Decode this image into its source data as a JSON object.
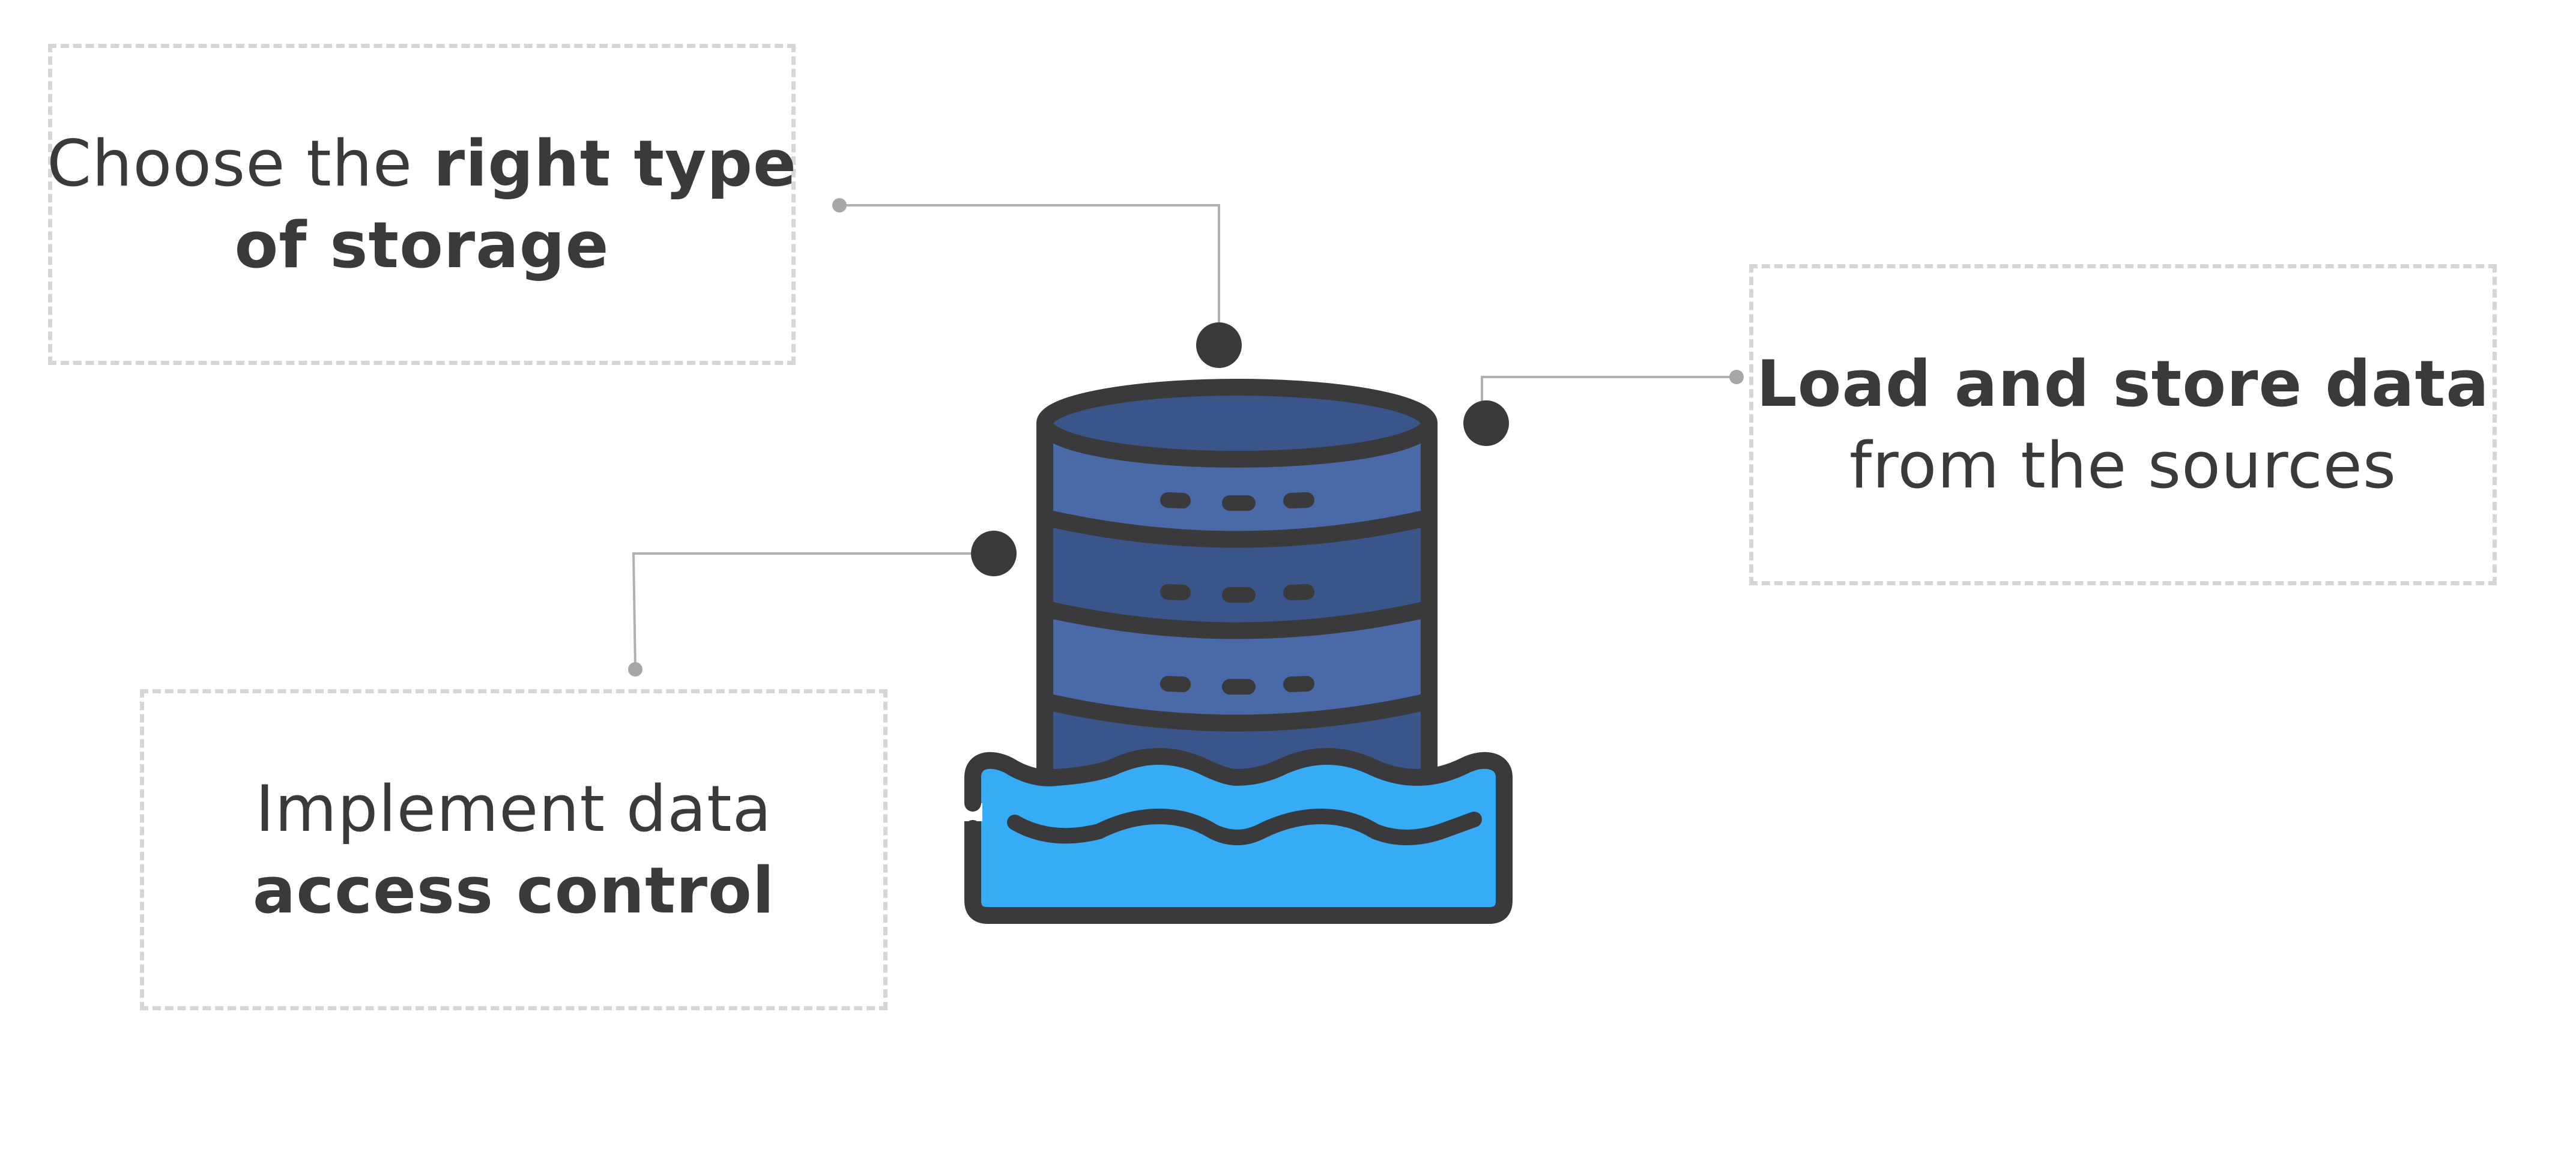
{
  "callouts": {
    "storage": {
      "line1_regular": "Choose the ",
      "line1_bold": "right type",
      "line2_bold": "of storage"
    },
    "load": {
      "line1_bold": "Load and store data",
      "line2_regular": "from the sources"
    },
    "access": {
      "line1_regular": "Implement data",
      "line2_bold": "access control"
    }
  },
  "icon": {
    "name": "database-in-water-icon",
    "colors": {
      "outline": "#3a3a3c",
      "cylinder_light": "#4a69a8",
      "cylinder_dark": "#3a5589",
      "water": "#36acf7",
      "connector": "#b0b0b0",
      "connector_dot": "#a7a7a7",
      "box_border": "#d6d6d6"
    }
  }
}
